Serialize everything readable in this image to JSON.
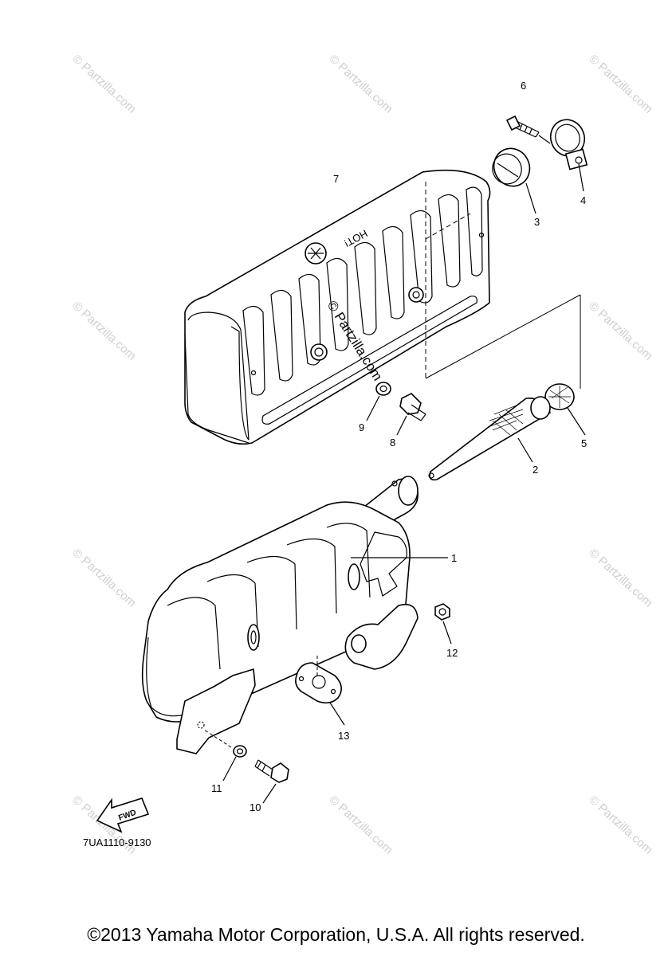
{
  "diagram": {
    "part_numbers": [
      "1",
      "2",
      "3",
      "4",
      "5",
      "6",
      "7",
      "8",
      "9",
      "10",
      "11",
      "12",
      "13"
    ],
    "diagram_code": "7UA1110-9130",
    "fwd_label": "FWD",
    "hot_label": "HOT!",
    "watermark": "© Partzilla.com",
    "watermark_center": "© Partzilla.com"
  },
  "footer": {
    "copyright": "©2013 Yamaha Motor Corporation, U.S.A. All rights reserved."
  }
}
